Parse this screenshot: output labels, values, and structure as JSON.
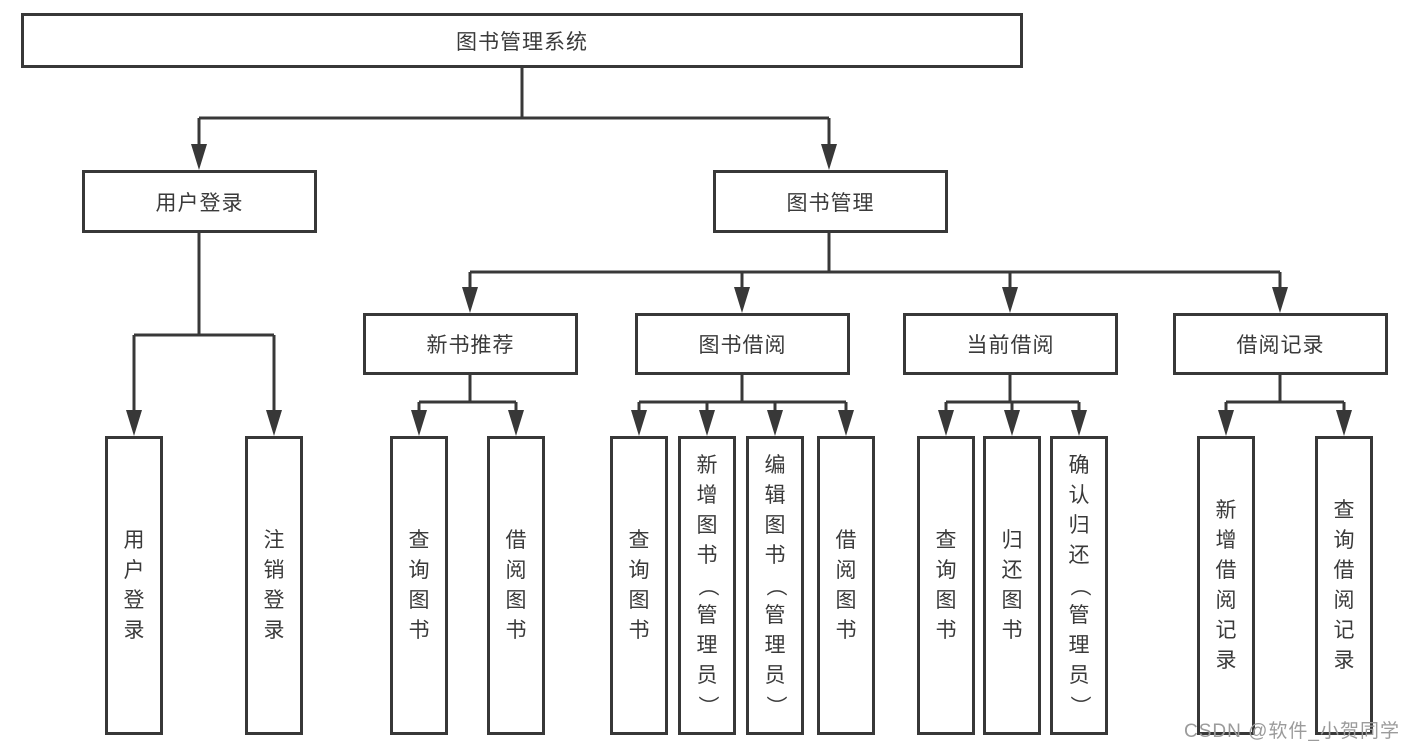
{
  "tree": {
    "root": {
      "label": "图书管理系统"
    },
    "branches": [
      {
        "label": "用户登录"
      },
      {
        "label": "图书管理"
      }
    ],
    "modules": [
      {
        "label": "新书推荐"
      },
      {
        "label": "图书借阅"
      },
      {
        "label": "当前借阅"
      },
      {
        "label": "借阅记录"
      }
    ],
    "leaves": [
      {
        "label": "用户登录"
      },
      {
        "label": "注销登录"
      },
      {
        "label": "查询图书"
      },
      {
        "label": "借阅图书"
      },
      {
        "label": "查询图书"
      },
      {
        "label": "新增图书（管理员）"
      },
      {
        "label": "编辑图书（管理员）"
      },
      {
        "label": "借阅图书"
      },
      {
        "label": "查询图书"
      },
      {
        "label": "归还图书"
      },
      {
        "label": "确认归还（管理员）"
      },
      {
        "label": "新增借阅记录"
      },
      {
        "label": "查询借阅记录"
      }
    ],
    "watermark": "CSDN @软件_小贺同学",
    "colors": {
      "line": "#383838",
      "text": "#3a3a3a",
      "watermark": "#9b9b9b",
      "background": "#ffffff"
    }
  }
}
